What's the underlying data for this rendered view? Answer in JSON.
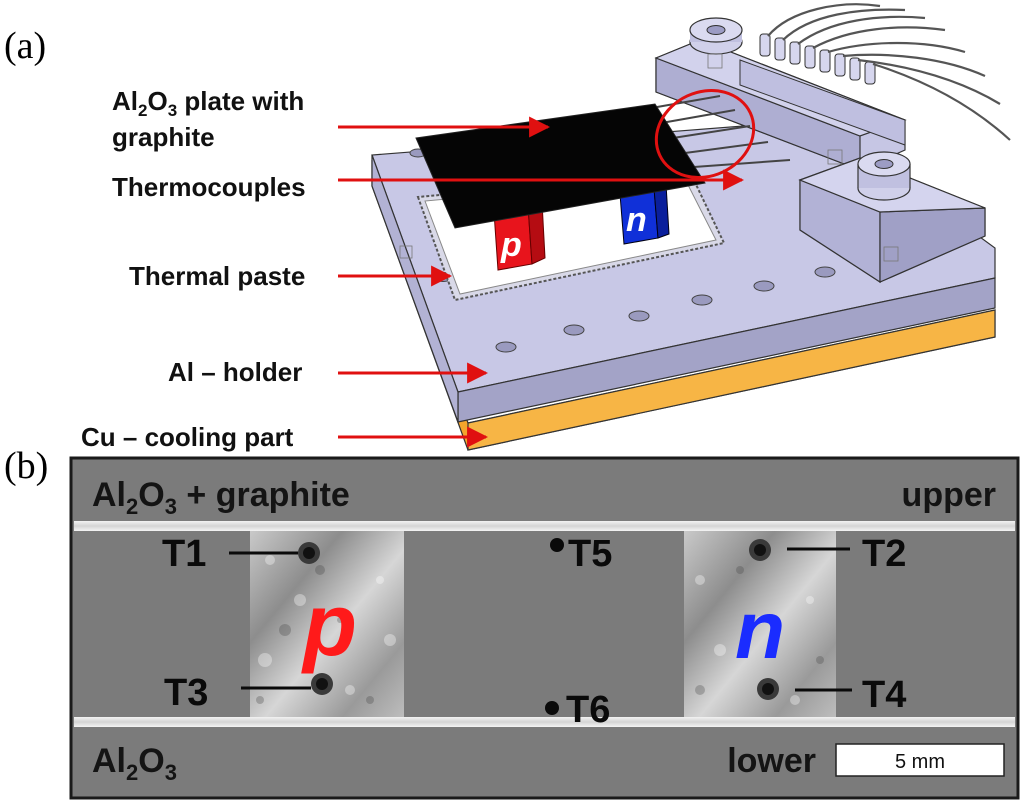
{
  "panel_a": {
    "label": "(a)",
    "callouts": [
      {
        "id": "al2o3-plate",
        "line1_pre": "Al",
        "line1_sub1": "2",
        "line1_mid": "O",
        "line1_sub2": "3",
        "line1_post": " plate with",
        "line2": "graphite"
      },
      {
        "id": "thermocouples",
        "text": "Thermocouples"
      },
      {
        "id": "thermal-paste",
        "text": "Thermal paste"
      },
      {
        "id": "al-holder",
        "text": "Al – holder"
      },
      {
        "id": "cu-cooling",
        "text": "Cu – cooling part"
      }
    ],
    "leg_p": "p",
    "leg_n": "n"
  },
  "panel_b": {
    "label": "(b)",
    "top_left": {
      "pre": "Al",
      "sub1": "2",
      "mid": "O",
      "sub2": "3",
      "post": " + graphite"
    },
    "top_right": "upper",
    "bottom_left": {
      "pre": "Al",
      "sub1": "2",
      "mid": "O",
      "sub2": "3"
    },
    "bottom_right": "lower",
    "scale_bar": "5 mm",
    "leg_p": "p",
    "leg_n": "n",
    "sensors": [
      "T1",
      "T2",
      "T3",
      "T4",
      "T5",
      "T6"
    ]
  },
  "colors": {
    "arrow": "#e01010",
    "p_leg": "#e8141c",
    "n_leg": "#1030d8",
    "holder_top": "#c6c6e6",
    "holder_side": "#a4a4c8",
    "copper": "#f5a830",
    "photo_bg": "#7b7b7b"
  }
}
